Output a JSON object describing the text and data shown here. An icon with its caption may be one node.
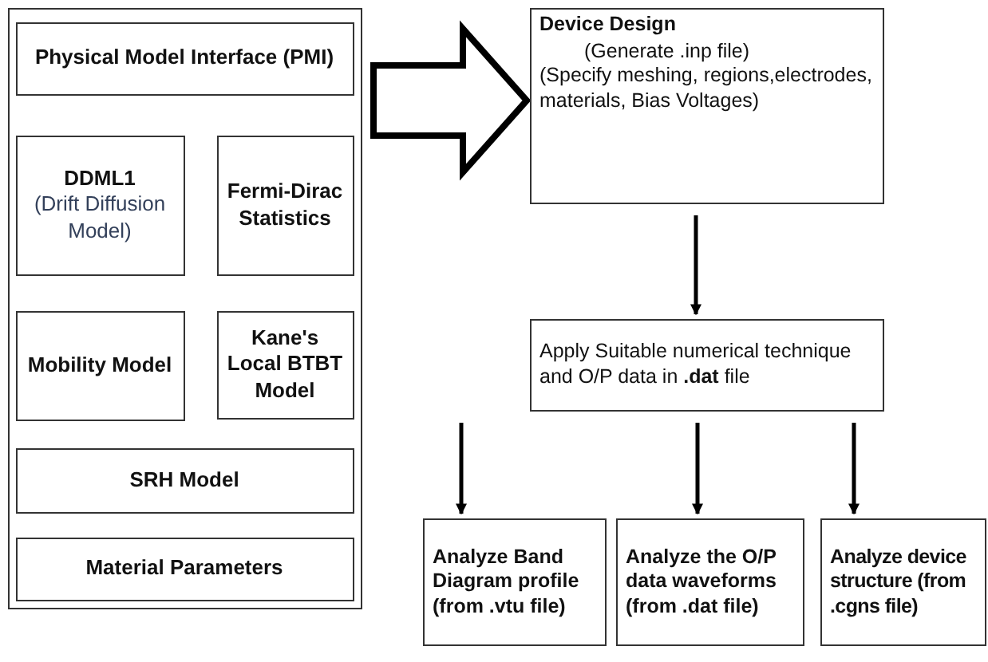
{
  "diagram": {
    "nodes": [
      {
        "text": [],
        "shape": "box"
      },
      {
        "text": [
          "Physical Model Interface (PMI)"
        ],
        "in": 0
      },
      {
        "text": [
          "DDML1",
          "(Drift Diffusion Model)"
        ],
        "in": 0
      },
      {
        "text": [
          "Fermi-Dirac Statistics"
        ],
        "in": 0
      },
      {
        "text": [
          "Mobility Model"
        ],
        "in": 0
      },
      {
        "text": [
          "Kane's Local BTBT Model"
        ],
        "in": 0
      },
      {
        "text": [
          "SRH Model"
        ],
        "in": 0
      },
      {
        "text": [
          "Material Parameters"
        ],
        "in": 0
      },
      {
        "text": [
          "Device Design",
          "(Generate .inp file)",
          "(Specify meshing, regions,electrodes, materials, Bias Voltages)"
        ]
      },
      {
        "text": [
          "Apply Suitable numerical technique and O/P data in **.dat** file"
        ]
      },
      {
        "text": [
          "Analyze Band Diagram profile (from .vtu file)"
        ]
      },
      {
        "text": [
          "Analyze the O/P data waveforms (from .dat file)"
        ]
      },
      {
        "text": [
          "Analyze device structure (from .cgns file)"
        ]
      }
    ],
    "edges": [
      {
        "from": 0,
        "to": 8,
        "arrow": "to",
        "style": "thick"
      },
      {
        "from": 8,
        "to": 9,
        "arrow": "to"
      },
      {
        "from": 9,
        "to": 10,
        "arrow": "to"
      },
      {
        "from": 9,
        "to": 11,
        "arrow": "to"
      },
      {
        "from": 9,
        "to": 12,
        "arrow": "to"
      }
    ]
  }
}
